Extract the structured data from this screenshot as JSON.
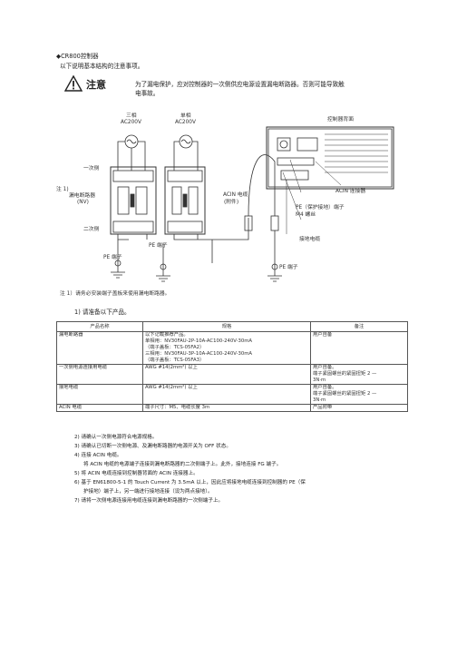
{
  "header": {
    "section_title": "◆CR800控制器",
    "intro": "以下说明基本结构的注意事项。"
  },
  "caution": {
    "word": "注意",
    "line1": "为了漏电保护，应对控制器的一次侧供应电源设置漏电断路器。否则可能导致触",
    "line2": "电事故。",
    "icon": "warning-triangle-icon"
  },
  "diagram": {
    "three_phase_line1": "三相",
    "three_phase_line2": "AC200V",
    "single_phase_line1": "单相",
    "single_phase_line2": "AC200V",
    "controller_back": "控制器背面",
    "primary_side": "一次侧",
    "note_ref": "注 1)",
    "breaker_label": "漏电断路器",
    "breaker_abbr": "(NV)",
    "secondary_side": "二次侧",
    "acin_cable_line1": "ACIN 电缆",
    "acin_cable_line2": "(附件)",
    "acin_connector": "ACIN 连接器",
    "pe_terminal_line1": "PE（保护接地）端子",
    "pe_terminal_line2": "M4 螺丝",
    "ground_cable": "接地电缆",
    "pe_terminal_a": "PE 端子",
    "pe_terminal_b": "PE 端子",
    "pe_terminal_c": "PE 端子",
    "footnote": "注 1）请务必安装端子盖板来使用漏电断路器。"
  },
  "steps": {
    "step1": "1)  请准备以下产品。",
    "step2": "2)  请确认一次侧电源符合电源规格。",
    "step3": "3)  请确认已切断一次侧电源、及漏电断路器的电源开关为 OFF 状态。",
    "step4": "4)  连接 ACIN 电缆。",
    "step4_detail": "将 ACIN 电缆的电源端子连接到漏电断路器的二次侧端子上。此外，接地连接 FG 端子。",
    "step5": "5)  将 ACIN 电缆连接到控制器背面的 ACIN 连接器上。",
    "step6_line1": "6)  基于 EN61800-5-1 的 Touch Current 为 3.5mA 以上，因此应将接地电缆连接到控制器的 PE（保",
    "step6_line2": "护接地）端子上，另一端进行接地连接（设为两点接地）。",
    "step7": "7)  请将一次侧电源连接用电缆连接到漏电断路器的一次侧端子上。"
  },
  "table": {
    "headers": [
      "产品名称",
      "规格",
      "备注"
    ],
    "rows": [
      {
        "name": "漏电断路器",
        "spec": [
          "以下记载推荐产品。",
          "单相用：NV30FAU-2P-10A-AC100-240V-30mA",
          "（端子盖板：TCS-05FA2）",
          "三相用：NV30FAU-3P-10A-AC100-240V-30mA",
          "（端子盖板：TCS-05FA3）"
        ],
        "note": [
          "用户自备"
        ]
      },
      {
        "name": "一次侧电源连接用电缆",
        "spec": [
          "AWG #14(2mm²) 以上"
        ],
        "note": [
          "用户自备。",
          "端子紧固螺丝的紧固扭矩 2 —",
          "3N·m"
        ]
      },
      {
        "name": "接地电缆",
        "spec": [
          "AWG #14(2mm²) 以上"
        ],
        "note": [
          "用户自备。",
          "端子紧固螺丝的紧固扭矩 2 —",
          "3N·m"
        ]
      },
      {
        "name": "ACIN 电缆",
        "spec": [
          "端子尺寸：M5、电缆长度 3m"
        ],
        "note": [
          "产品附带"
        ]
      }
    ]
  }
}
